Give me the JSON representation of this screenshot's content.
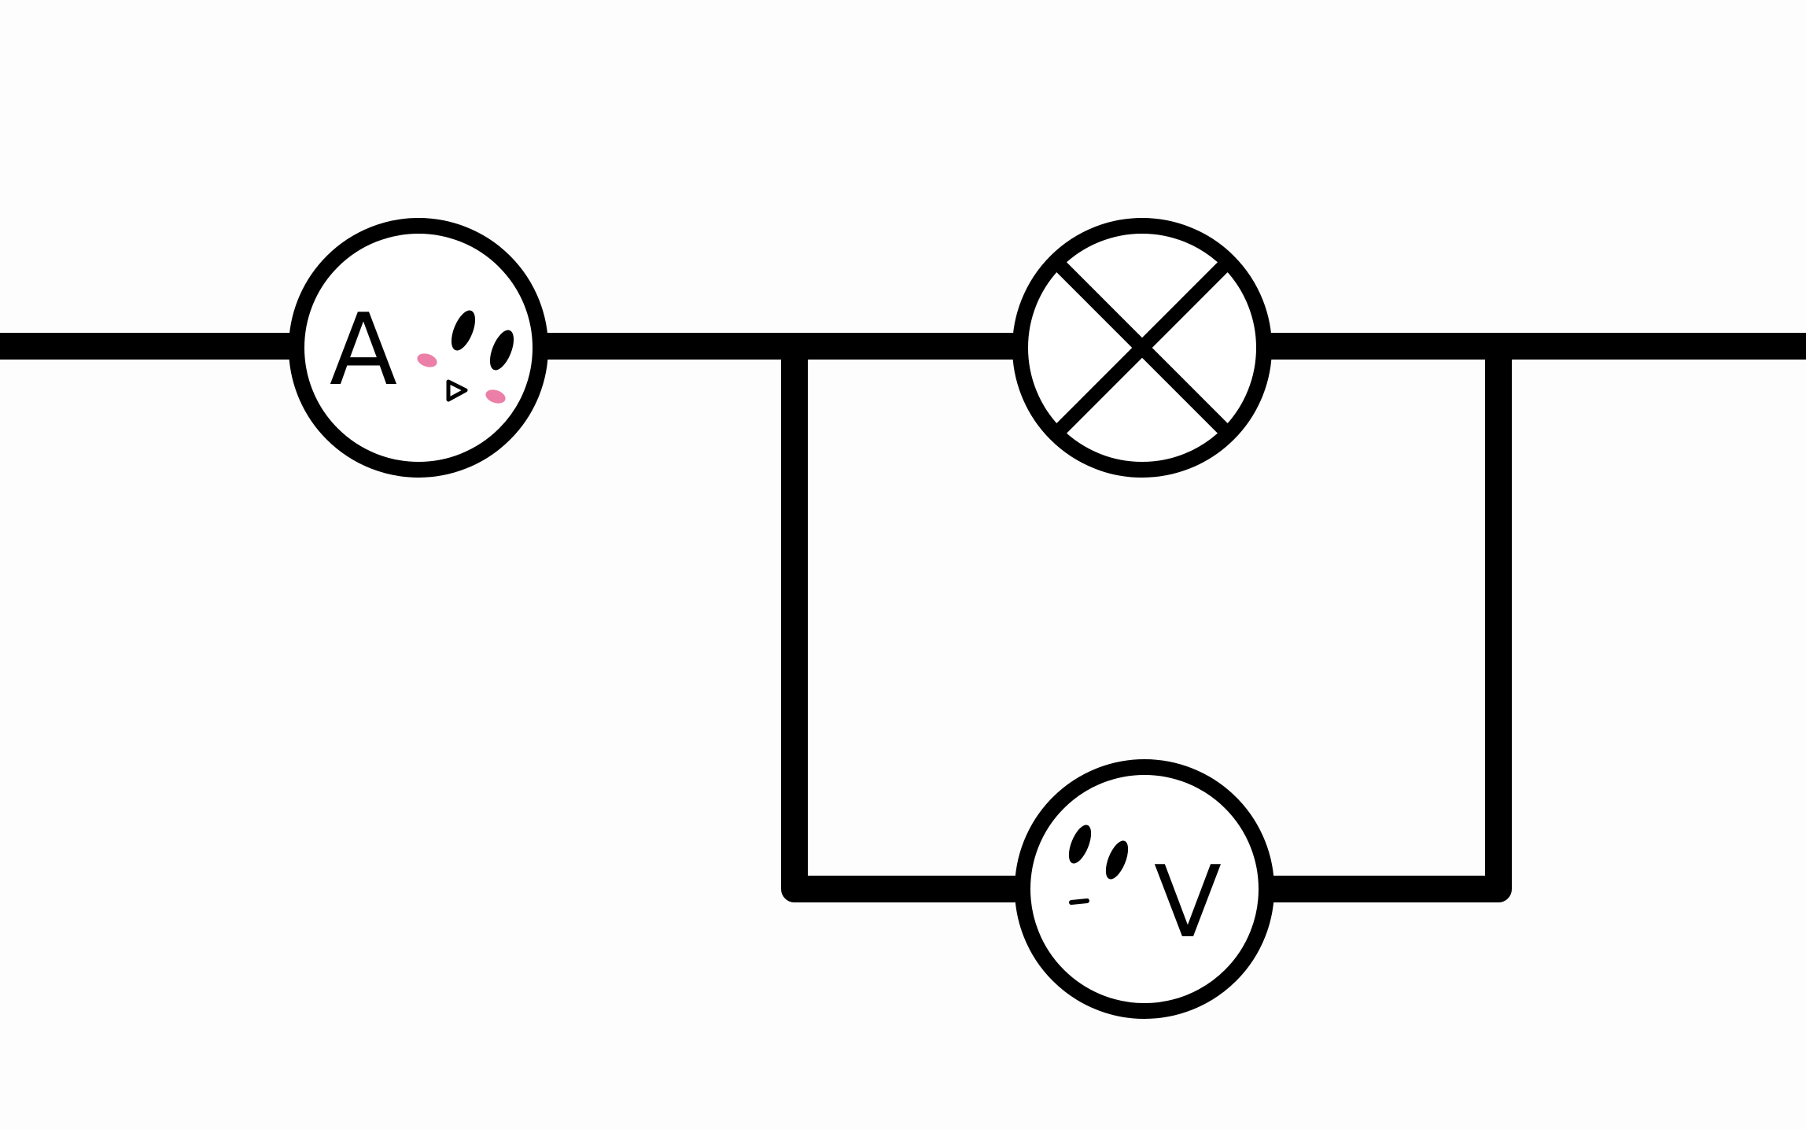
{
  "diagram": {
    "ammeter": {
      "symbol": "A",
      "icon": "smiling-face-icon"
    },
    "lamp": {
      "symbol": "cross-in-circle",
      "icon": "lamp-icon"
    },
    "voltmeter": {
      "symbol": "V",
      "icon": "sad-face-icon"
    }
  },
  "colors": {
    "wire": "#000000",
    "background": "#fdfdfd",
    "blush": "#ec7fa7"
  }
}
